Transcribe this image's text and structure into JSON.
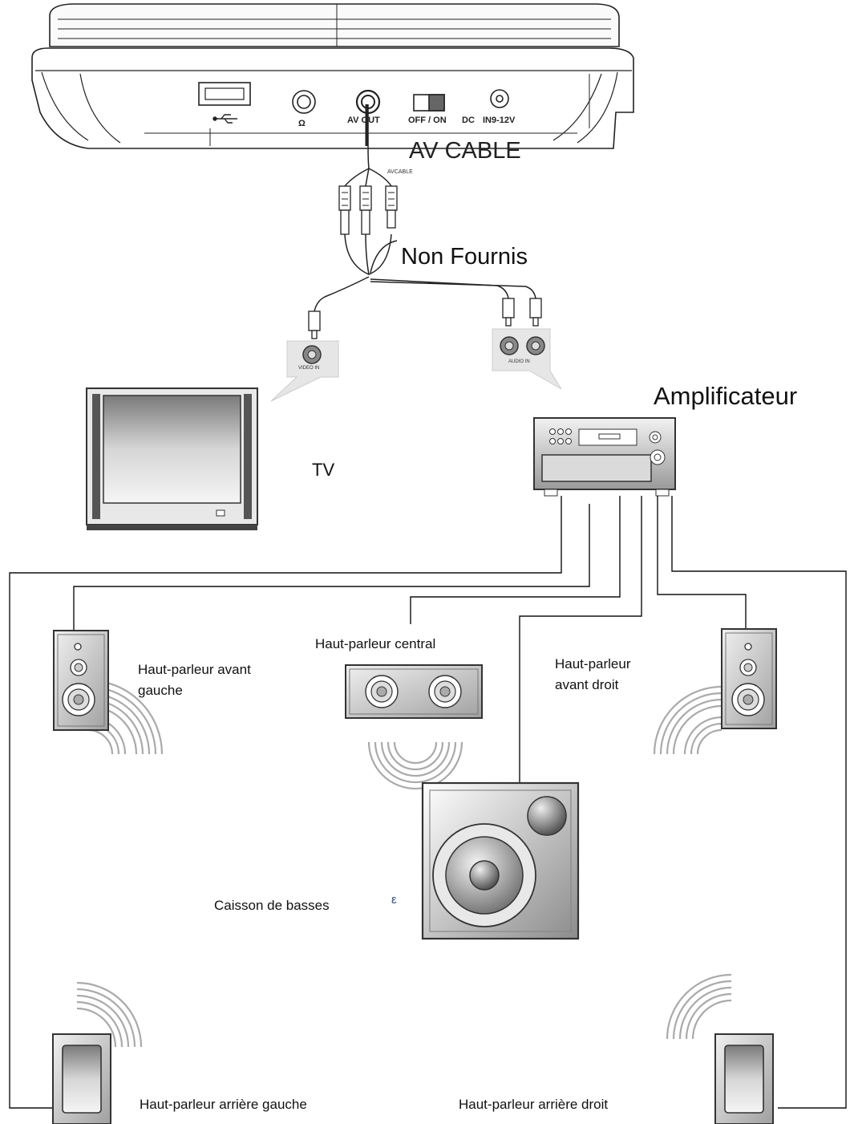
{
  "player_panel": {
    "headphone_symbol": "Ω",
    "av_out": "AV OUT",
    "off_on": "OFF / ON",
    "dc": "DC",
    "dc_input": "IN9-12V"
  },
  "cable": {
    "title": "AV CABLE",
    "small_label": "AVCABLE",
    "not_supplied": "Non Fournis"
  },
  "ports": {
    "video_in": "VIDEO IN",
    "audio_in": "AUDIO IN"
  },
  "devices": {
    "tv": "TV",
    "amplifier": "Amplificateur",
    "subwoofer": "Caisson de basses"
  },
  "speakers": {
    "front_left": "Haut-parleur avant gauche",
    "front_left_line1": "Haut-parleur avant",
    "front_left_line2": "gauche",
    "center": "Haut-parleur central",
    "front_right_line1": "Haut-parleur",
    "front_right_line2": "avant droit",
    "rear_left": "Haut-parleur arrière gauche",
    "rear_right": "Haut-parleur arrière droit"
  },
  "stray_marks": [
    "ε"
  ],
  "icons": [
    "usb-icon",
    "headphone-jack-icon",
    "power-switch-icon",
    "dc-jack-icon",
    "rca-plug-icon",
    "tv-icon",
    "amplifier-icon",
    "speaker-icon",
    "subwoofer-icon",
    "sound-wave-icon"
  ]
}
